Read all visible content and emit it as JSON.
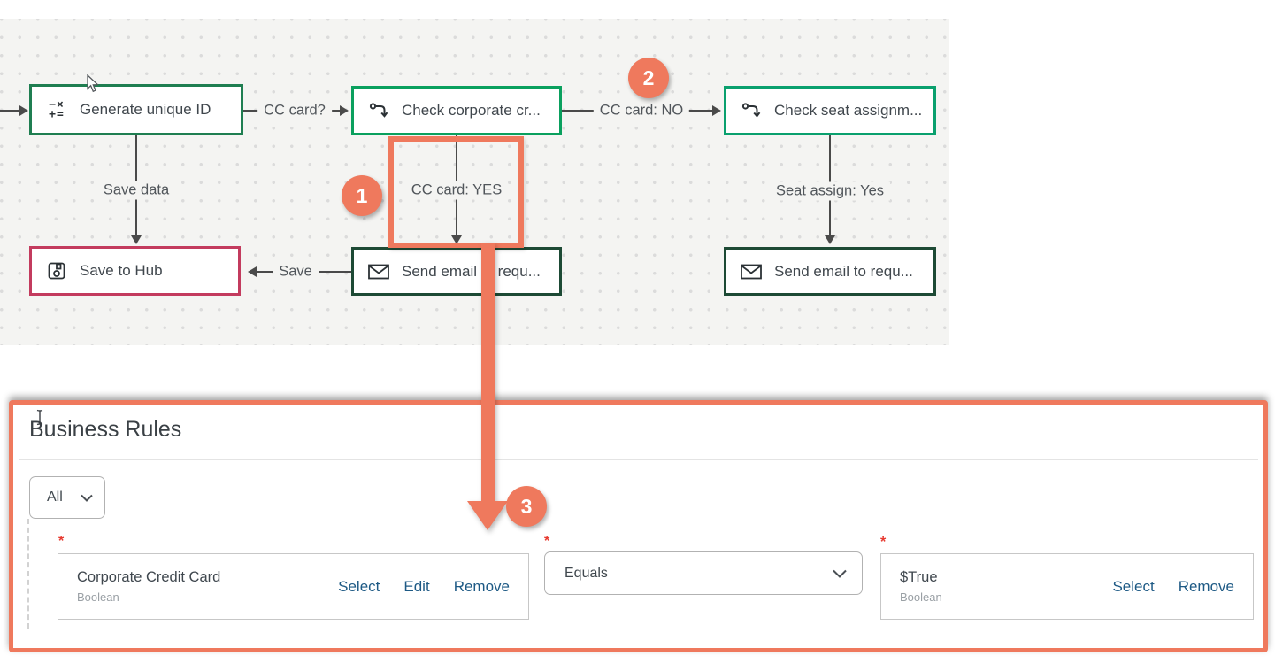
{
  "flowchart": {
    "nodes": [
      {
        "id": "generate-unique-id",
        "label": "Generate unique ID",
        "icon": "math-operations-icon",
        "border_color": "#1f7e51"
      },
      {
        "id": "check-corporate-credit",
        "label": "Check corporate cr...",
        "icon": "branch-icon",
        "border_color": "#0aa05e"
      },
      {
        "id": "check-seat-assignment",
        "label": "Check seat assignm...",
        "icon": "branch-icon",
        "border_color": "#0aa06e"
      },
      {
        "id": "save-to-hub",
        "label": "Save to Hub",
        "icon": "save-icon",
        "border_color": "#c33b5e"
      },
      {
        "id": "send-email-requester-1",
        "label": "Send email to requ...",
        "icon": "email-icon",
        "border_color": "#1d4a35"
      },
      {
        "id": "send-email-requester-2",
        "label": "Send email to requ...",
        "icon": "email-icon",
        "border_color": "#1d4a35"
      }
    ],
    "edges": {
      "cc_card": "CC card?",
      "cc_card_no": "CC card: NO",
      "cc_card_yes": "CC card: YES",
      "seat_assign_yes": "Seat assign: Yes",
      "save_data": "Save data",
      "save": "Save"
    }
  },
  "annotations": {
    "step1": "1",
    "step2": "2",
    "step3": "3",
    "highlight_color": "#ef795d"
  },
  "business_rules": {
    "title": "Business Rules",
    "filter_value": "All",
    "required_marker": "*",
    "left_operand": {
      "name": "Corporate Credit Card",
      "type": "Boolean",
      "actions": [
        "Select",
        "Edit",
        "Remove"
      ]
    },
    "operator": "Equals",
    "right_operand": {
      "name": "$True",
      "type": "Boolean",
      "actions": [
        "Select",
        "Remove"
      ]
    }
  },
  "colors": {
    "annotation_orange": "#ef795d",
    "link_blue": "#1e5a85",
    "required_red": "#e73a30",
    "node_green_dark": "#1f7e51",
    "node_green_bright": "#0aa05e",
    "node_green_forest": "#1d4a35",
    "node_red": "#c33b5e",
    "canvas_background": "#f4f4f2",
    "edge_gray": "#4a4a4a"
  }
}
